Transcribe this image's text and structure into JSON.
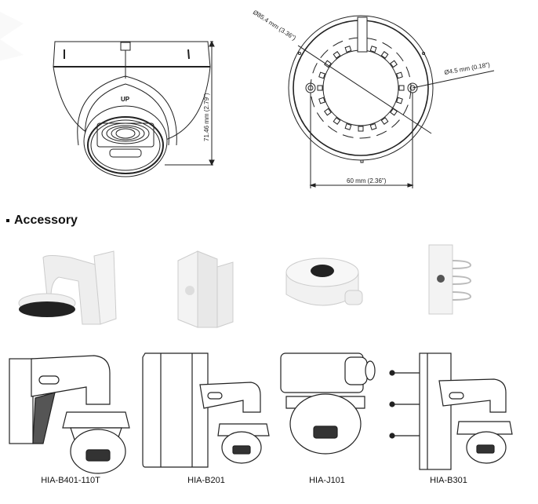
{
  "drawings": {
    "side_view": {
      "height_dimension": "71.46 mm (2.79\")",
      "logo_text": "UP"
    },
    "bottom_view": {
      "diameter_dimension": "Ø85.4 mm (3.36\")",
      "hole_dimension": "Ø4.5 mm (0.18\")",
      "spacing_dimension": "60 mm (2.36\")"
    }
  },
  "accessory_section": {
    "title": "Accessory",
    "items": [
      {
        "model": "HIA-B401-110T",
        "type": "wall-mount-bracket"
      },
      {
        "model": "HIA-B201",
        "type": "corner-mount-bracket"
      },
      {
        "model": "HIA-J101",
        "type": "junction-box"
      },
      {
        "model": "HIA-B301",
        "type": "pole-mount-bracket"
      }
    ]
  }
}
